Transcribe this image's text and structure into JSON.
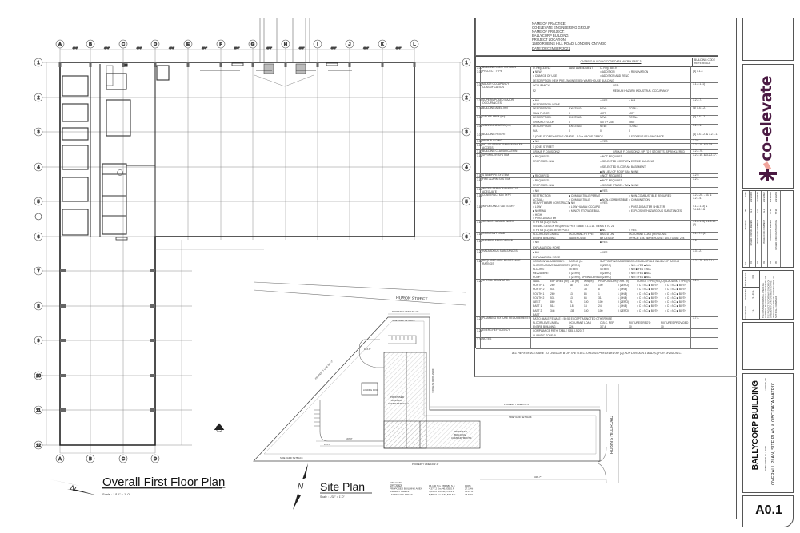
{
  "floor_plan": {
    "title": "Overall First Floor Plan",
    "scale": "Scale : 1/16\" = 1'-0\"",
    "north_label": "N",
    "columns": [
      "A",
      "B",
      "C",
      "D",
      "E",
      "F",
      "G",
      "H",
      "I",
      "J",
      "K",
      "L"
    ],
    "rows": [
      "1",
      "2",
      "3",
      "4",
      "5",
      "6",
      "7",
      "8",
      "9",
      "10",
      "11",
      "12"
    ],
    "bay_dim": "40'-0\""
  },
  "site_plan": {
    "title": "Site Plan",
    "scale": "Scale : 1/32\" = 1'-0\"",
    "north_label": "N",
    "street_name": "HURON STREET",
    "road_name": "ROBIN'S HILL ROAD",
    "compartment_2": [
      "PROPOSED",
      "BUILDING",
      "COMPARTMENT 2"
    ],
    "compartment_1": [
      "PROPOSED",
      "BUILDING",
      "COMPARTMENT 1"
    ],
    "loading_dock": "LOADING DOCK",
    "property_line_top": "PROPERTY LINE 131'-10\"",
    "side_yard_top": "SIDE YARD SETBACK",
    "property_line_diag": "PROPERTY LINE 962'-2\"",
    "property_line_east": "PROPERTY LINE 470'-4\"",
    "side_yard_east": "SIDE YARD SETBACK",
    "property_line_bottom": "PROPERTY LINE 1002'-0\"",
    "side_yard_bottom": "SIDE YARD SETBACK",
    "front_yard": "FRONT YARD SETBACK",
    "dim_1": "160'-0\"",
    "dim_2": "144'-9\"",
    "dim_3": "348'-7\"",
    "dim_4": "104'-6\"",
    "site_data": {
      "heading": "SITE DATA",
      "rows": [
        {
          "label": "SITE AREA",
          "value": "16,100 Sm.  265,680 S.F.",
          "pct": "100%"
        },
        {
          "label": "PROPOSED BUILDING AREA",
          "value": "4,377.2 Sm.  46,835 S.F.",
          "pct": "27.19%"
        },
        {
          "label": "ASPHALT AREAS",
          "value": "5,840.2 Sm.  58,270 S.F.",
          "pct": "36.27%"
        },
        {
          "label": "LANDSCAPE SPACE",
          "value": "5,882.6 Sm.  160,528 S.F.",
          "pct": "36.54%"
        }
      ]
    }
  },
  "project_info": [
    "NAME OF PRACTICE:",
    "CO-ELEVATE ENGINEERING GROUP",
    "NAME OF PROJECT:",
    "BALLYCORP BUILDING",
    "PROJECT LOCATION:",
    "15800 ROBINS HILL ROAD, LONDON, ONTARIO",
    "DATE: DECEMBER 2021"
  ],
  "matrix": {
    "title": "ONTARIO BUILDING CODE DATA MATRIX PART 3",
    "ref_header": "BUILDING CODE REFERENCE",
    "rows": [
      {
        "num": "3.00",
        "label": "BUILDING CODE VERSION",
        "ref": "",
        "lines": [
          [
            "O. Reg. 332/12",
            "LAST AMENDMENT",
            "O. Reg. 88/19",
            ""
          ]
        ]
      },
      {
        "num": "3.01",
        "label": "PROJECT TYPE",
        "ref": "[A] 1.1.2.",
        "lines": [
          [
            "■ NEW",
            "",
            "□ ADDITION",
            "□ RENOVATION"
          ],
          [
            "□ CHANGE OF USE",
            "",
            "□ ADDITION AND RENOVATION",
            ""
          ],
          [
            "DESCRIPTION: NEW PRE-ENGINEERED WAREHOUSE BUILDING"
          ]
        ]
      },
      {
        "num": "3.02",
        "label": "MAJOR OCCUPANCY CLASSIFICATION",
        "ref": "3.1.2.1.(1)",
        "lines": [
          [
            "OCCUPANCY:",
            "USE:"
          ],
          [
            "F2",
            "MEDIUM HAZARD INDUSTRIAL OCCUPANCY"
          ],
          [
            ""
          ]
        ]
      },
      {
        "num": "3.03",
        "label": "SUPERIMPOSED MAJOR OCCUPANCIES",
        "ref": "3.2.2.7.",
        "lines": [
          [
            "■ NO",
            "",
            "□ YES",
            "□ N/A"
          ],
          [
            "DESCRIPTION: NONE"
          ]
        ]
      },
      {
        "num": "3.04",
        "label": "BUILDING AREA (m²)",
        "ref": "[A] 1.4.1.2.",
        "lines": [
          [
            "DESCRIPTION:",
            "EXISTING:",
            "NEW:",
            "TOTAL:"
          ],
          [
            "MAIN FLOOR",
            "0",
            "4377",
            "4377"
          ]
        ]
      },
      {
        "num": "3.05",
        "label": "GROSS AREA (m²)",
        "ref": "[A] 1.4.1.2.",
        "lines": [
          [
            "DESCRIPTION:",
            "EXISTING:",
            "NEW:",
            "TOTAL:"
          ],
          [
            "GROUND FLOOR",
            "0",
            "4377 + 245",
            "4592"
          ]
        ]
      },
      {
        "num": "3.06",
        "label": "MEZZANINE AREA (m²)",
        "ref": "3.2.1.1.",
        "lines": [
          [
            "DESCRIPTION:",
            "EXISTING:",
            "NEW:",
            "TOTAL:"
          ],
          [
            "N/A",
            "0",
            "0",
            "0"
          ]
        ]
      },
      {
        "num": "3.07",
        "label": "BUILDING HEIGHT",
        "ref": "[A] 1.4.1.2. & 3.2.1.1.",
        "lines": [
          [
            "1 (ONE) STOREY ABOVE GRADE",
            "9.0 m ABOVE GRADE",
            "0 STOREYS BELOW GRADE"
          ]
        ]
      },
      {
        "num": "3.08",
        "label": "HIGH BUILDING",
        "ref": "3.2.6.",
        "lines": [
          [
            "■ NO",
            "",
            "□ YES",
            ""
          ]
        ]
      },
      {
        "num": "3.09",
        "label": "NO. OF STREETS/FIREFIGHTER ACCESS",
        "ref": "3.2.2.10. & 3.2.5.",
        "lines": [
          [
            "1 (ONE) STREET"
          ]
        ]
      },
      {
        "num": "3.10",
        "label": "BUILDING CLASSIFICATION",
        "ref": "3.2.2.75.",
        "lines": [
          [
            "GROUP F, DIVISION 2",
            "GROUP F, DIVISION 2, UP TO 2 STOREYS, SPRINKLERED"
          ]
        ]
      },
      {
        "num": "3.11",
        "label": "SPRINKLER SYSTEM",
        "ref": "3.2.2.15. & 3.2.2.17.",
        "lines": [
          [
            "■ REQUIRED",
            "",
            "□ NOT REQUIRED",
            ""
          ],
          [
            "PROPOSED: N/A",
            "",
            "□ SELECTED COMPARTMENTS",
            "■ ENTIRE BUILDING"
          ],
          [
            "",
            "",
            "□ SELECTED FLOOR AREAS",
            "□ BASEMENT"
          ],
          [
            "",
            "",
            "■ IN LIEU OF ROOF RATING",
            "□ NONE"
          ]
        ]
      },
      {
        "num": "3.12",
        "label": "STANDPIPE SYSTEM",
        "ref": "3.2.9.",
        "lines": [
          [
            "■ REQUIRED",
            "",
            "□ NOT REQUIRED",
            ""
          ]
        ]
      },
      {
        "num": "3.13",
        "label": "FIRE ALARM SYSTEM",
        "ref": "3.2.4.",
        "lines": [
          [
            "□ REQUIRED",
            "",
            "■ NOT REQUIRED",
            ""
          ],
          [
            "PROPOSED: N/A",
            "",
            "□ SINGLE STAGE   □ TWO STAGE",
            "■ NONE"
          ]
        ]
      },
      {
        "num": "3.14",
        "label": "WATER SERVICE/SUPPLY IS ADEQUATE",
        "ref": "",
        "lines": [
          [
            "□ NO",
            "",
            "■ YES",
            ""
          ]
        ]
      },
      {
        "num": "3.15",
        "label": "CONSTRUCTION TYPE",
        "ref": "3.2.2.20. - 83. & 3.2.1.4.",
        "lines": [
          [
            "RESTRICTION:",
            "■ COMBUSTIBLE PERMITTED",
            "",
            "□ NON-COMBUSTIBLE REQUIRED"
          ],
          [
            "ACTUAL:",
            "□ COMBUSTIBLE",
            "■ NON-COMBUSTIBLE",
            "□ COMBINATION"
          ],
          [
            "HEAVY TIMBER CONSTRUCTION:",
            "■ NO",
            "□ YES",
            ""
          ]
        ]
      },
      {
        "num": "3.16",
        "label": "IMPORTANCE CATEGORY",
        "ref": "4.1.2.1.(3) & T4.1.2.1.B",
        "lines": [
          [
            "□ LOW",
            "□ LOW HUMAN OCCUPANCY",
            "",
            "□ POST-DISASTER SHELTER"
          ],
          [
            "■ NORMAL",
            "□ MINOR STORAGE BUILDING",
            "",
            "□ EXPLOSIVE/HAZARDOUS SUBSTANCES"
          ],
          [
            "□ HIGH"
          ],
          [
            "□ POST-DISASTER"
          ]
        ]
      },
      {
        "num": "3.17",
        "label": "SEISMIC HAZARD INDEX",
        "ref": "4.1.8.1.(3) 4.1.8.18.(2)",
        "lines": [
          [
            "IE Fa Sa (0.2) = 0.21"
          ],
          [
            "SEISMIC DESIGN REQUIRED PER TABLE 4.1.8.18. ITEMS 6 TO 21"
          ],
          [
            "IE Fa Sa (0.2) ≥0.35 OR POST-DISASTER",
            "",
            "■ NO",
            "□ YES"
          ]
        ]
      },
      {
        "num": "3.18",
        "label": "OCCUPANT LOAD",
        "ref": "3.1.17.1.(1)",
        "lines": [
          [
            "FLOOR LEVEL/AREA:",
            "OCCUPANCY TYPE:",
            "BASED ON:",
            "OCCUPANT LOAD (PERSONS)"
          ],
          [
            "ENTIRE BUILDING",
            "WAREHOUSE",
            "BY DESIGN",
            "OFFICE: 104, WAREHOUSE: 120, TOTAL: 224"
          ]
        ]
      },
      {
        "num": "3.19",
        "label": "BARRIER-FREE DESIGN",
        "ref": "3.8.",
        "lines": [
          [
            "□ NO",
            "",
            "■ YES",
            ""
          ],
          [
            "EXPLANATION: NONE"
          ]
        ]
      },
      {
        "num": "3.20",
        "label": "HAZARDOUS SUBSTANCES",
        "ref": "3.3.1.2.",
        "lines": [
          [
            "■ NO",
            "",
            "□ YES",
            ""
          ],
          [
            "EXPLANATION: NONE"
          ]
        ]
      },
      {
        "num": "3.21",
        "label": "REQUIRED FIRE RESISTANCE RATINGS",
        "ref": "3.2.2.75. & 3.2.1.4.",
        "lines": [
          [
            "HORIZONTAL ASSEMBLY:",
            "RATING (h):",
            "SUPPORTING ASSEMBLY (h):",
            "NON-COMBUSTIBLE IN LIEU OF RATING"
          ],
          [
            "FLOORS ABOVE BASEMENT:",
            "0 (ZERO)",
            "0 (ZERO)",
            "□ NO   □ YES   ■ N/A"
          ],
          [
            "FLOORS:",
            "45 MIN",
            "45 MIN",
            "□ NO   ■ YES   □ N/A"
          ],
          [
            "MEZZANINE:",
            "0 (ZERO)",
            "0 (ZERO)",
            "□ NO   □ YES   ■ N/A"
          ],
          [
            "ROOF:",
            "0 (ZERO), SPRINKLERED",
            "0 (ZERO)",
            "□ NO   □ YES   ■ N/A"
          ]
        ]
      },
      {
        "num": "3.22",
        "label": "SPATIAL SEPARATION",
        "ref": "3.2.3.",
        "lines": [
          [
            "WALL",
            "EBF AREA (m²)",
            "L.D. (m)",
            "WIN(%)",
            "PROPOSED(%)",
            "F.R.R. (h)",
            "CONST. TYPE (REQ'D)",
            "CLADDING TYPE (REQ'D)"
          ],
          [
            "NORTH 1",
            "269",
            "48",
            "100",
            "100",
            "0 (ZERO)",
            "□ C □ NC ■ BOTH",
            "□ C □ NC ■ BOTH"
          ],
          [
            "NORTH 2",
            "531",
            "7",
            "33",
            "8",
            "1 (ONE)",
            "□ C □ NC ■ BOTH",
            "□ C □ NC ■ BOTH"
          ],
          [
            "SOUTH 1",
            "269",
            "13",
            "86",
            "1",
            "1 (ONE)",
            "□ C □ NC ■ BOTH",
            "□ C □ NC ■ BOTH"
          ],
          [
            "SOUTH 2",
            "531",
            "13",
            "66",
            "31",
            "1 (ONE)",
            "□ C □ NC ■ BOTH",
            "□ C □ NC ■ BOTH"
          ],
          [
            "WEST",
            "869",
            "21",
            "100",
            "100",
            "0 (ZERO)",
            "□ C □ NC ■ BOTH",
            "□ C □ NC ■ BOTH"
          ],
          [
            "EAST 1",
            "514",
            "4.8",
            "14",
            "24",
            "1 (ONE)",
            "□ C □ NC ■ BOTH",
            "□ C □ NC ■ BOTH"
          ],
          [
            "EAST 2",
            "346",
            "135",
            "100",
            "100",
            "0 (ZERO)",
            "□ C □ NC ■ BOTH",
            "□ C □ NC ■ BOTH"
          ],
          [
            "EAST",
            "",
            "",
            "",
            "",
            "",
            "",
            ""
          ]
        ]
      },
      {
        "num": "3.23",
        "label": "PLUMBING FIXTURE REQUIREMENTS",
        "ref": "3.7.4.",
        "lines": [
          [
            "RATIO: MALE:FEMALE = 50:50 EXCEPT AS NOTED OTHERWISE"
          ],
          [
            "FLOOR LEVEL/AREA:",
            "OCCUPANT LOAD",
            "O.B.C. REF.",
            "FIXTURES REQ'D",
            "FIXTURES PROVIDED"
          ],
          [
            "ENTIRE BUILDING",
            "224",
            "3.7.4.",
            "10",
            "10"
          ]
        ]
      },
      {
        "num": "3.24",
        "label": "ENERGY EFFICIENCY",
        "ref": "",
        "lines": [
          [
            "COMPLIANCE PATH: TABLE SB5.5-5-2017"
          ],
          [
            "CLIMATIC ZONE: 5"
          ]
        ]
      },
      {
        "num": "3.25",
        "label": "NOTES",
        "ref": "",
        "lines": [
          [
            ""
          ]
        ]
      }
    ],
    "footnote": "ALL REFERENCES ARE TO DIVISION B OF THE O.B.C. UNLESS PRECEDED BY [A] FOR DIVISION A AND [C] FOR DIVISION C."
  },
  "title_block": {
    "logo_text": "co-elevate",
    "brand_color": "#4a1942",
    "accent_color": "#f0a39b",
    "revisions": {
      "headers": [
        "NO.",
        "REVISION",
        "BY",
        "DATE"
      ],
      "items": [
        {
          "no": "01",
          "rev": "ISSUED FOR SPA REVIEW",
          "by": "G.L.",
          "date": "2021/03/02"
        },
        {
          "no": "02",
          "rev": "ISSUED FOR COMMENT",
          "by": "C.G.",
          "date": "2021/06/11"
        },
        {
          "no": "03",
          "rev": "ISSUED FOR COMMENT",
          "by": "G.L.",
          "date": "2021/08/27"
        },
        {
          "no": "04",
          "rev": "ISSUED FOR REVIEW",
          "by": "T.T.W.",
          "date": "2021/10/22"
        },
        {
          "no": "05",
          "rev": "ISSUED FOR CONSTRUCTION",
          "by": "T.T.W.",
          "date": "2021/12/03"
        }
      ]
    },
    "project_no_label": "PROJECT NO.",
    "project_no": "003",
    "drawn_by_label": "DRAWN BY",
    "drawn_by": "S.L./C.G.",
    "checked_by_label": "CHECKED BY",
    "checked_by": "T.L.",
    "disclaimer": "THE CONTRACTOR SHALL CHECK ALL DRAWINGS AND VERIFY ALL DIMENSIONS ON THE PROJECT. REPORT ANY ERRORS OR OMISSIONS TO THE ENGINEER BEFORE PROCEEDING WITH ANY CONSTRUCTION. DO NOT SCALE DRAWINGS.",
    "project_name": "BALLYCORP BUILDING",
    "project_address": "15800 ROBINS HILL ROAD",
    "project_city": "LONDON, ON",
    "sheet_title": "OVERALL PLAN, SITE PLAN & OBC DATA MATRIX",
    "sheet_number": "A0.1"
  }
}
